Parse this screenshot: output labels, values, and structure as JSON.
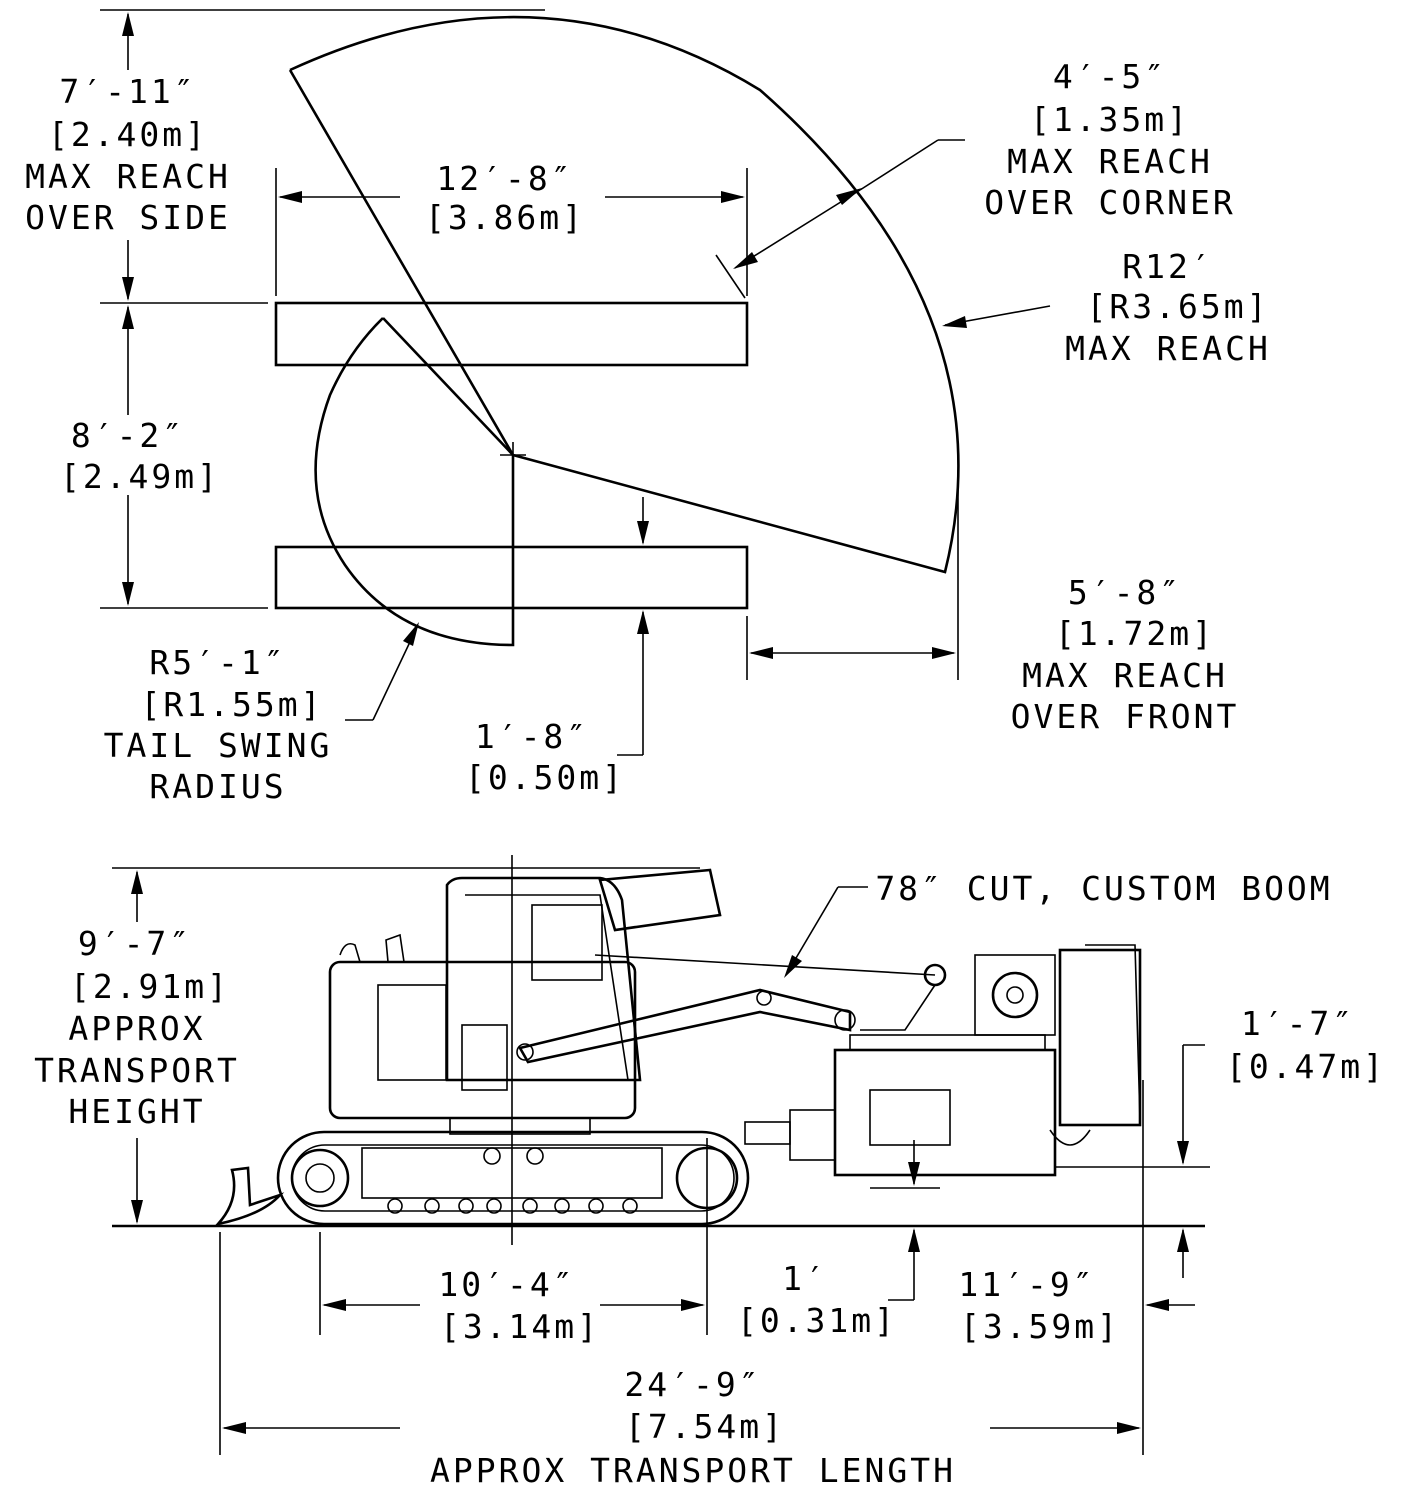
{
  "plan_view": {
    "max_reach_over_side": {
      "imperial": "7′-11″",
      "metric": "[2.40m]",
      "label_1": "MAX REACH",
      "label_2": "OVER SIDE"
    },
    "track_length_plan": {
      "imperial": "12′-8″",
      "metric": "[3.86m]"
    },
    "max_reach_over_corner": {
      "imperial": "4′-5″",
      "metric": "[1.35m]",
      "label_1": "MAX REACH",
      "label_2": "OVER CORNER"
    },
    "max_reach_radius": {
      "imperial": "R12′",
      "metric": "[R3.65m]",
      "label": "MAX REACH"
    },
    "track_gauge": {
      "imperial": "8′-2″",
      "metric": "[2.49m]"
    },
    "max_reach_over_front": {
      "imperial": "5′-8″",
      "metric": "[1.72m]",
      "label_1": "MAX REACH",
      "label_2": "OVER FRONT"
    },
    "tail_swing_radius": {
      "imperial": "R5′-1″",
      "metric": "[R1.55m]",
      "label_1": "TAIL SWING",
      "label_2": "RADIUS"
    },
    "offset": {
      "imperial": "1′-8″",
      "metric": "[0.50m]"
    }
  },
  "side_view": {
    "boom_callout": "78″ CUT, CUSTOM BOOM",
    "transport_height": {
      "imperial": "9′-7″",
      "metric": "[2.91m]",
      "label_1": "APPROX",
      "label_2": "TRANSPORT",
      "label_3": "HEIGHT"
    },
    "head_clearance": {
      "imperial": "1′-7″",
      "metric": "[0.47m]"
    },
    "track_length": {
      "imperial": "10′-4″",
      "metric": "[3.14m]"
    },
    "track_to_head": {
      "imperial": "1′",
      "metric": "[0.31m]"
    },
    "head_reach": {
      "imperial": "11′-9″",
      "metric": "[3.59m]"
    },
    "transport_length": {
      "imperial": "24′-9″",
      "metric": "[7.54m]",
      "label": "APPROX TRANSPORT LENGTH"
    }
  }
}
